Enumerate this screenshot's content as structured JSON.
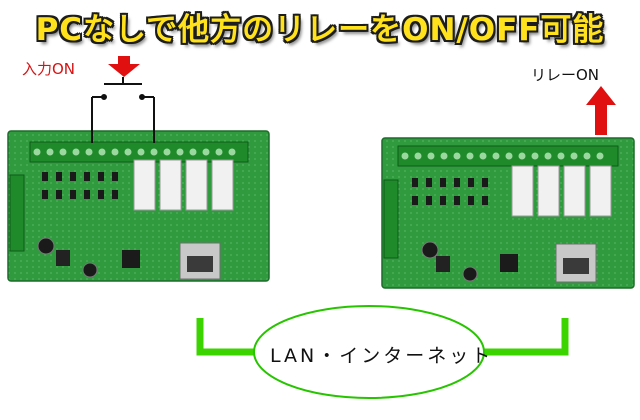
{
  "title": "PCなしで他方のリレーをON/OFF可能",
  "labels": {
    "input_on": "入力ON",
    "relay_on": "リレーON",
    "network": "LAN・インターネット"
  },
  "colors": {
    "title_fill": "#ffe21c",
    "title_outline": "#1d1d1d",
    "arrow_red": "#e01010",
    "wire_green": "#3cd400",
    "ellipse_green": "#27c400",
    "pcb_green": "#2b8f3a",
    "terminal_green": "#1f8a2a",
    "relay_white": "#f1f1f1"
  },
  "boards": [
    {
      "id": "left",
      "terminals": 16,
      "relays": 4
    },
    {
      "id": "right",
      "terminals": 16,
      "relays": 4
    }
  ]
}
